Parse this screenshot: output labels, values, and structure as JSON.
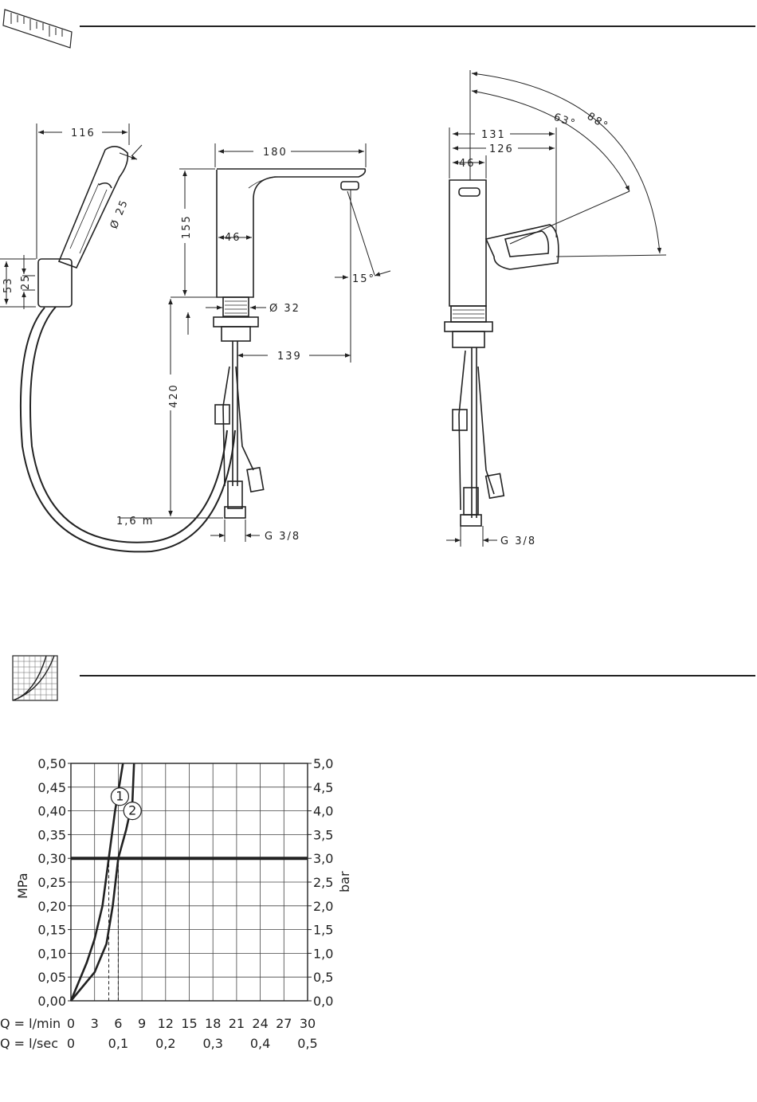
{
  "dimensions": {
    "hand_shower_width": "116",
    "hand_shower_dia": "Ø 25",
    "holder_height": "53",
    "holder_inner": "25",
    "spout_reach": "180",
    "body_height": "155",
    "body_width_front": "46",
    "thread_dia": "Ø 32",
    "spout_offset": "139",
    "supply_length": "420",
    "spray_angle": "15°",
    "hose_length": "1,6 m",
    "connection_front": "G 3/8",
    "side_131": "131",
    "side_126": "126",
    "side_46": "46",
    "angle_63": "63°",
    "angle_88": "88°",
    "connection_side": "G 3/8"
  },
  "chart_data": {
    "type": "line",
    "x_label": "Q = l/min",
    "x2_label": "Q = l/sec",
    "x_ticks": [
      "0",
      "3",
      "6",
      "9",
      "12",
      "15",
      "18",
      "21",
      "24",
      "27",
      "30"
    ],
    "x2_ticks": [
      "0",
      "0,1",
      "0,2",
      "0,3",
      "0,4",
      "0,5"
    ],
    "ylabel_left": "MPa",
    "ylabel_right": "bar",
    "y_left_ticks": [
      "0,00",
      "0,05",
      "0,10",
      "0,15",
      "0,20",
      "0,25",
      "0,30",
      "0,35",
      "0,40",
      "0,45",
      "0,50"
    ],
    "y_right_ticks": [
      "0,0",
      "0,5",
      "1,0",
      "1,5",
      "2,0",
      "2,5",
      "3,0",
      "3,5",
      "4,0",
      "4,5",
      "5,0"
    ],
    "xlim": [
      0,
      30
    ],
    "ylim": [
      0,
      0.5
    ],
    "reference_line": 0.3,
    "reference_flows": [
      4.8,
      6.0
    ],
    "series": [
      {
        "name": "1",
        "points": [
          [
            0,
            0
          ],
          [
            2,
            0.08
          ],
          [
            3,
            0.13
          ],
          [
            4,
            0.2
          ],
          [
            4.8,
            0.3
          ],
          [
            5.6,
            0.4
          ],
          [
            6.2,
            0.46
          ],
          [
            6.6,
            0.5
          ]
        ]
      },
      {
        "name": "2",
        "points": [
          [
            0,
            0
          ],
          [
            3,
            0.06
          ],
          [
            4.5,
            0.12
          ],
          [
            5.3,
            0.2
          ],
          [
            6,
            0.3
          ],
          [
            7,
            0.36
          ],
          [
            7.8,
            0.42
          ],
          [
            8,
            0.5
          ]
        ]
      }
    ],
    "grid": true
  }
}
